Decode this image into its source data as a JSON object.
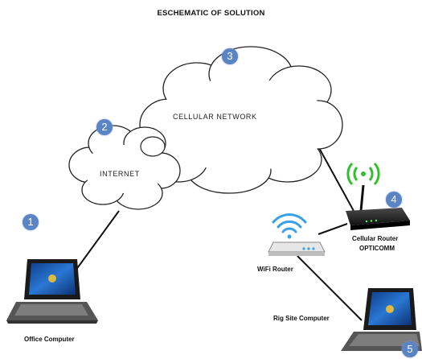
{
  "title": "ESCHEMATIC OF SOLUTION",
  "clouds": {
    "cellular": "CELLULAR   NETWORK",
    "internet": "INTERNET"
  },
  "devices": {
    "office_computer": "Office Computer",
    "wifi_router": "WiFi Router",
    "cellular_router_line1": "Cellular Router",
    "cellular_router_line2": "OPTICOMM",
    "rig_site_computer": "Rig Site Computer"
  },
  "markers": [
    "1",
    "2",
    "3",
    "4",
    "5"
  ],
  "colors": {
    "marker": "#5a84c4",
    "signal": "#2fbf2f",
    "wifi": "#3aa0e6",
    "screen": "#1d5fb8"
  }
}
